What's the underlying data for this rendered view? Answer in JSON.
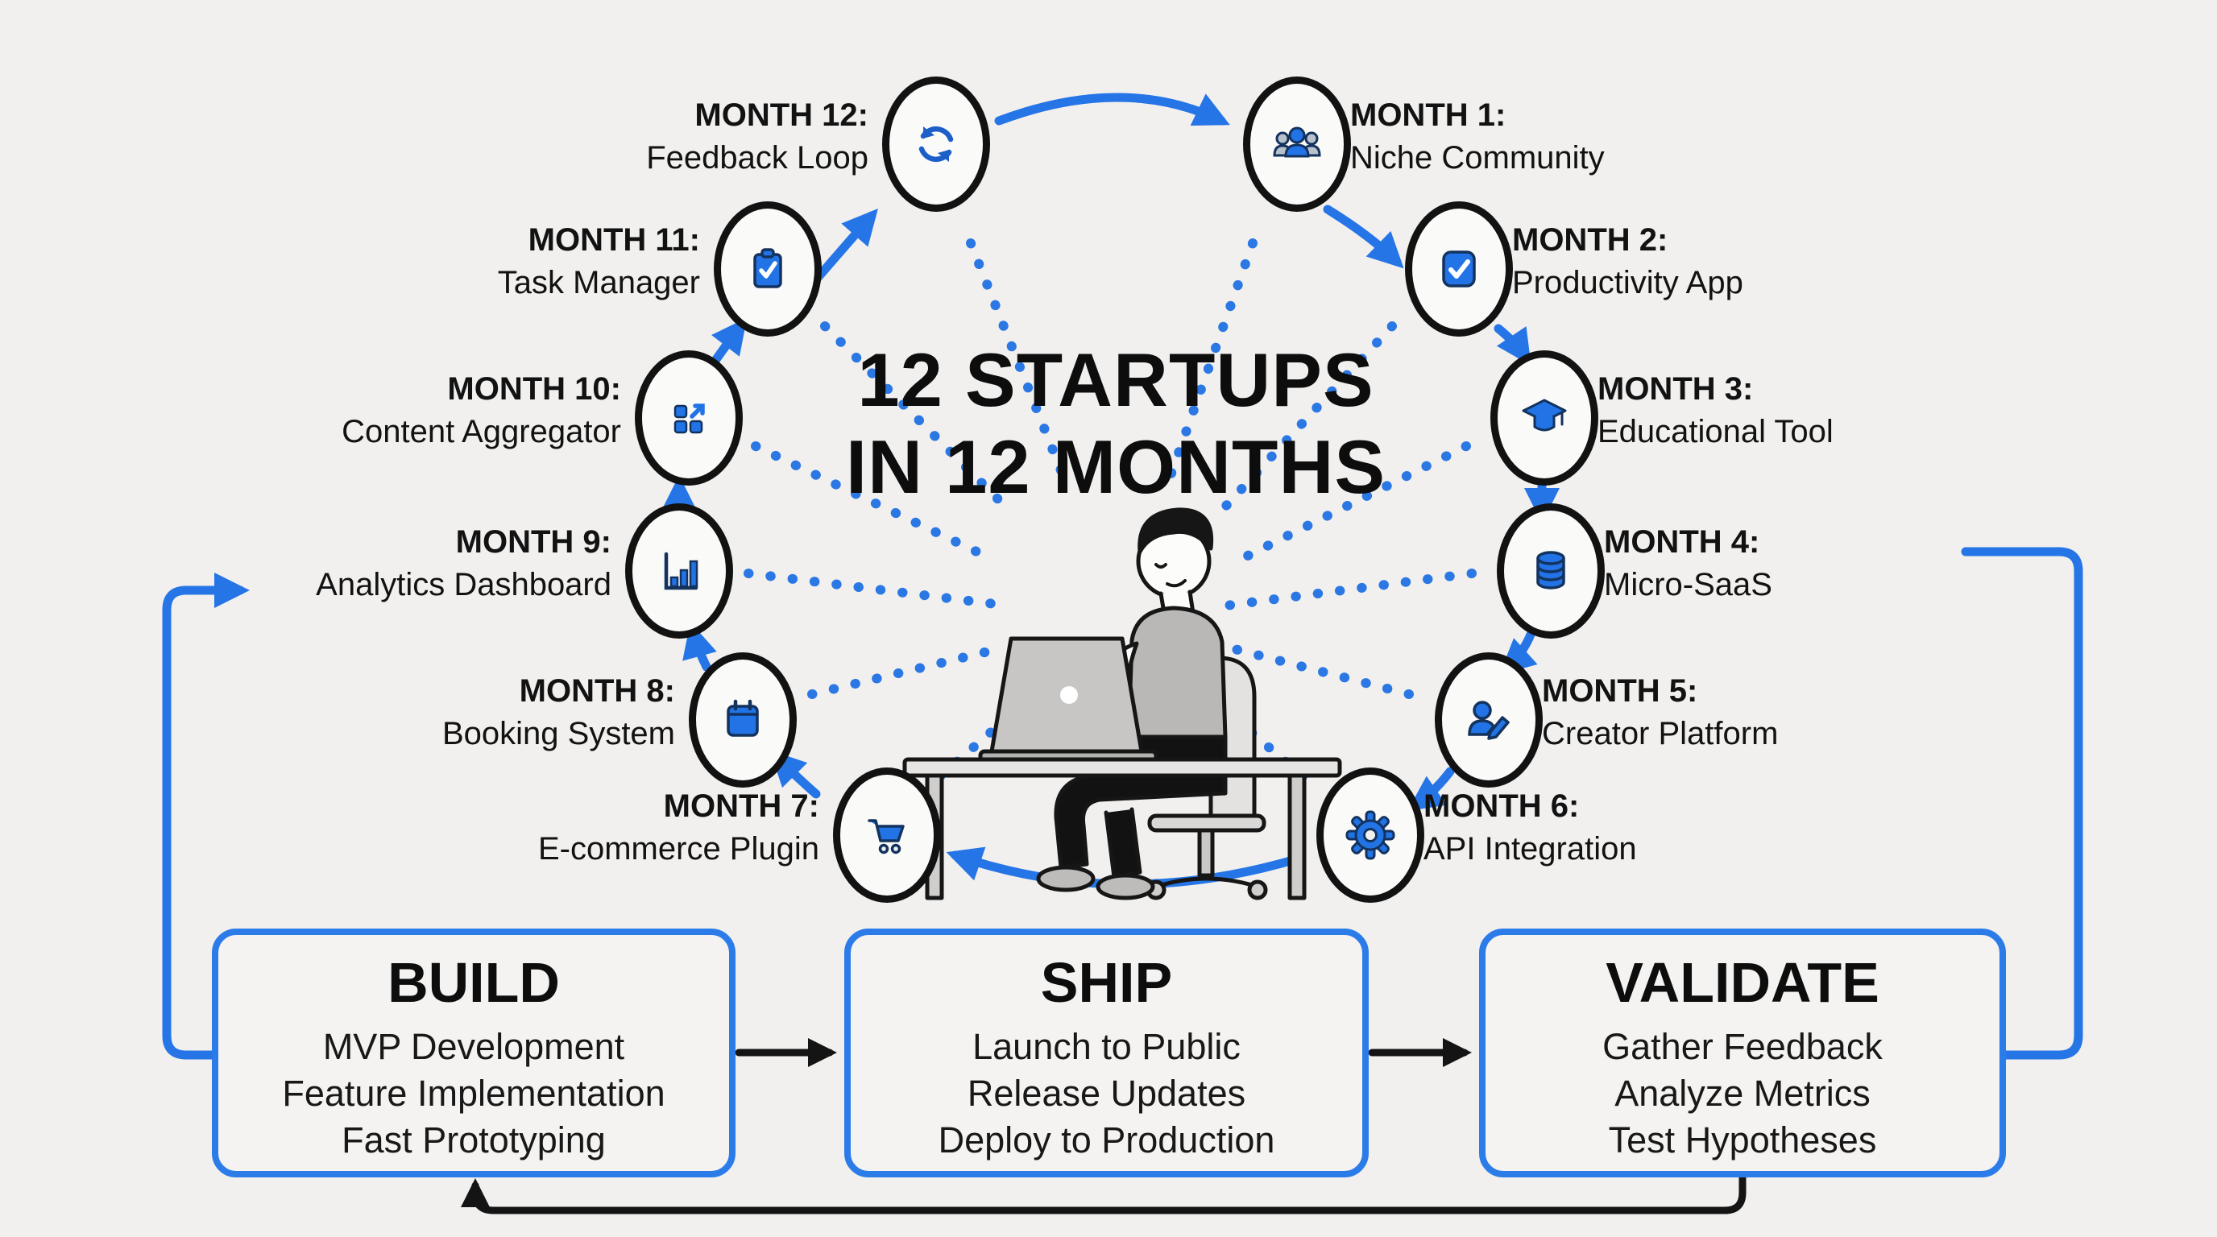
{
  "title": {
    "line1": "12 STARTUPS",
    "line2": "IN 12 MONTHS"
  },
  "colors": {
    "accent_blue": "#2575e7",
    "box_border_blue": "#2b7ce9",
    "outline_black": "#121212",
    "background": "#f1f0ee"
  },
  "months": [
    {
      "label": "MONTH 1:",
      "name": "Niche Community",
      "icon": "people-group-icon"
    },
    {
      "label": "MONTH 2:",
      "name": "Productivity App",
      "icon": "check-square-icon"
    },
    {
      "label": "MONTH 3:",
      "name": "Educational Tool",
      "icon": "graduation-cap-icon"
    },
    {
      "label": "MONTH 4:",
      "name": "Micro-SaaS",
      "icon": "database-icon"
    },
    {
      "label": "MONTH 5:",
      "name": "Creator Platform",
      "icon": "person-edit-icon"
    },
    {
      "label": "MONTH 6:",
      "name": "API Integration",
      "icon": "gear-icon"
    },
    {
      "label": "MONTH 7:",
      "name": "E-commerce Plugin",
      "icon": "shopping-cart-icon"
    },
    {
      "label": "MONTH 8:",
      "name": "Booking System",
      "icon": "calendar-icon"
    },
    {
      "label": "MONTH 9:",
      "name": "Analytics Dashboard",
      "icon": "bar-chart-icon"
    },
    {
      "label": "MONTH 10:",
      "name": "Content Aggregator",
      "icon": "squares-arrow-icon"
    },
    {
      "label": "MONTH 11:",
      "name": "Task Manager",
      "icon": "clipboard-check-icon"
    },
    {
      "label": "MONTH 12:",
      "name": "Feedback Loop",
      "icon": "refresh-icon"
    }
  ],
  "phases": [
    {
      "title": "BUILD",
      "items": [
        "MVP Development",
        "Feature Implementation",
        "Fast Prototyping"
      ]
    },
    {
      "title": "SHIP",
      "items": [
        "Launch to Public",
        "Release Updates",
        "Deploy to Production"
      ]
    },
    {
      "title": "VALIDATE",
      "items": [
        "Gather Feedback",
        "Analyze Metrics",
        "Test Hypotheses"
      ]
    }
  ]
}
